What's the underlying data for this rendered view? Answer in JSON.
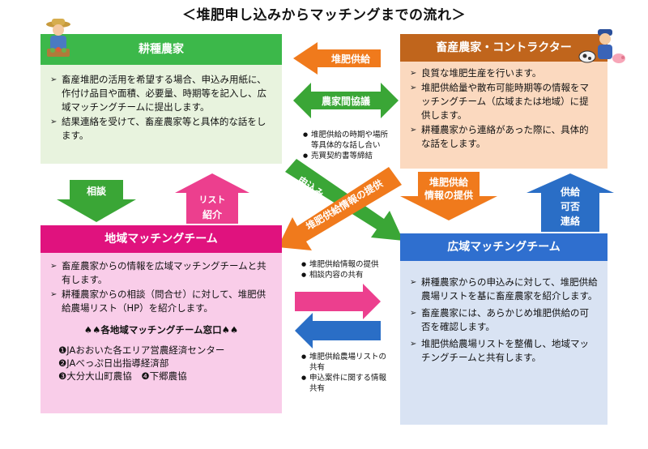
{
  "title": "＜堆肥申し込みからマッチングまでの流れ＞",
  "colors": {
    "farm_head": "#3cb84a",
    "farm_body": "#e8f3de",
    "livestock_head": "#c0651c",
    "livestock_body": "#fbd9bf",
    "regional_head": "#e0127e",
    "regional_body": "#f9cde9",
    "wide_head": "#2f6fcf",
    "wide_body": "#d9e3f3",
    "orange": "#f07a1c",
    "green": "#3aa636",
    "magenta": "#ec3f8e",
    "blue": "#2a6ec6"
  },
  "farm": {
    "title": "耕種農家",
    "items": [
      "畜産堆肥の活用を希望する場合、申込み用紙に、作付け品目や面積、必要量、時期等を記入し、広域マッチングチームに提出します。",
      "結果連絡を受けて、畜産農家等と具体的な話をします。"
    ]
  },
  "livestock": {
    "title": "畜産農家・コントラクター",
    "items": [
      "良質な堆肥生産を行います。",
      "堆肥供給量や散布可能時期等の情報をマッチングチーム（広域または地域）に提供します。",
      "耕種農家から連絡があった際に、具体的な話をします。"
    ]
  },
  "regional": {
    "title": "地域マッチングチーム",
    "items": [
      "畜産農家からの情報を広域マッチングチームと共有します。",
      "耕種農家からの相談（問合せ）に対して、堆肥供給農場リスト（HP）を紹介します。"
    ],
    "window_title": "♠♠各地域マッチングチーム窓口♠♠",
    "windows": [
      "❶JAおおいた各エリア営農経済センター",
      "❷JAべっぷ日出指導経済部",
      "❸大分大山町農協　❹下郷農協"
    ]
  },
  "wide": {
    "title": "広域マッチングチーム",
    "items": [
      "耕種農家からの申込みに対して、堆肥供給農場リストを基に畜産農家を紹介します。",
      "畜産農家には、あらかじめ堆肥供給の可否を確認します。",
      "堆肥供給農場リストを整備し、地域マッチングチームと共有します。"
    ]
  },
  "arrows": {
    "supply": "堆肥供給",
    "consult_between": "農家間協議",
    "consult": "相談",
    "list_intro_1": "リスト",
    "list_intro_2": "紹介",
    "apply": "申込み",
    "info_provide_diag": "堆肥供給情報の提供",
    "info_provide_1": "堆肥供給",
    "info_provide_2": "情報の提供",
    "contact_1": "供給",
    "contact_2": "可否",
    "contact_3": "連絡"
  },
  "notes": {
    "center_top": [
      "堆肥供給の時期や場所等具体的な話し合い",
      "売買契約書等締結"
    ],
    "center_mid": [
      "堆肥供給情報の提供",
      "相談内容の共有"
    ],
    "center_bottom": [
      "堆肥供給農場リストの共有",
      "申込案件に関する情報共有"
    ]
  }
}
